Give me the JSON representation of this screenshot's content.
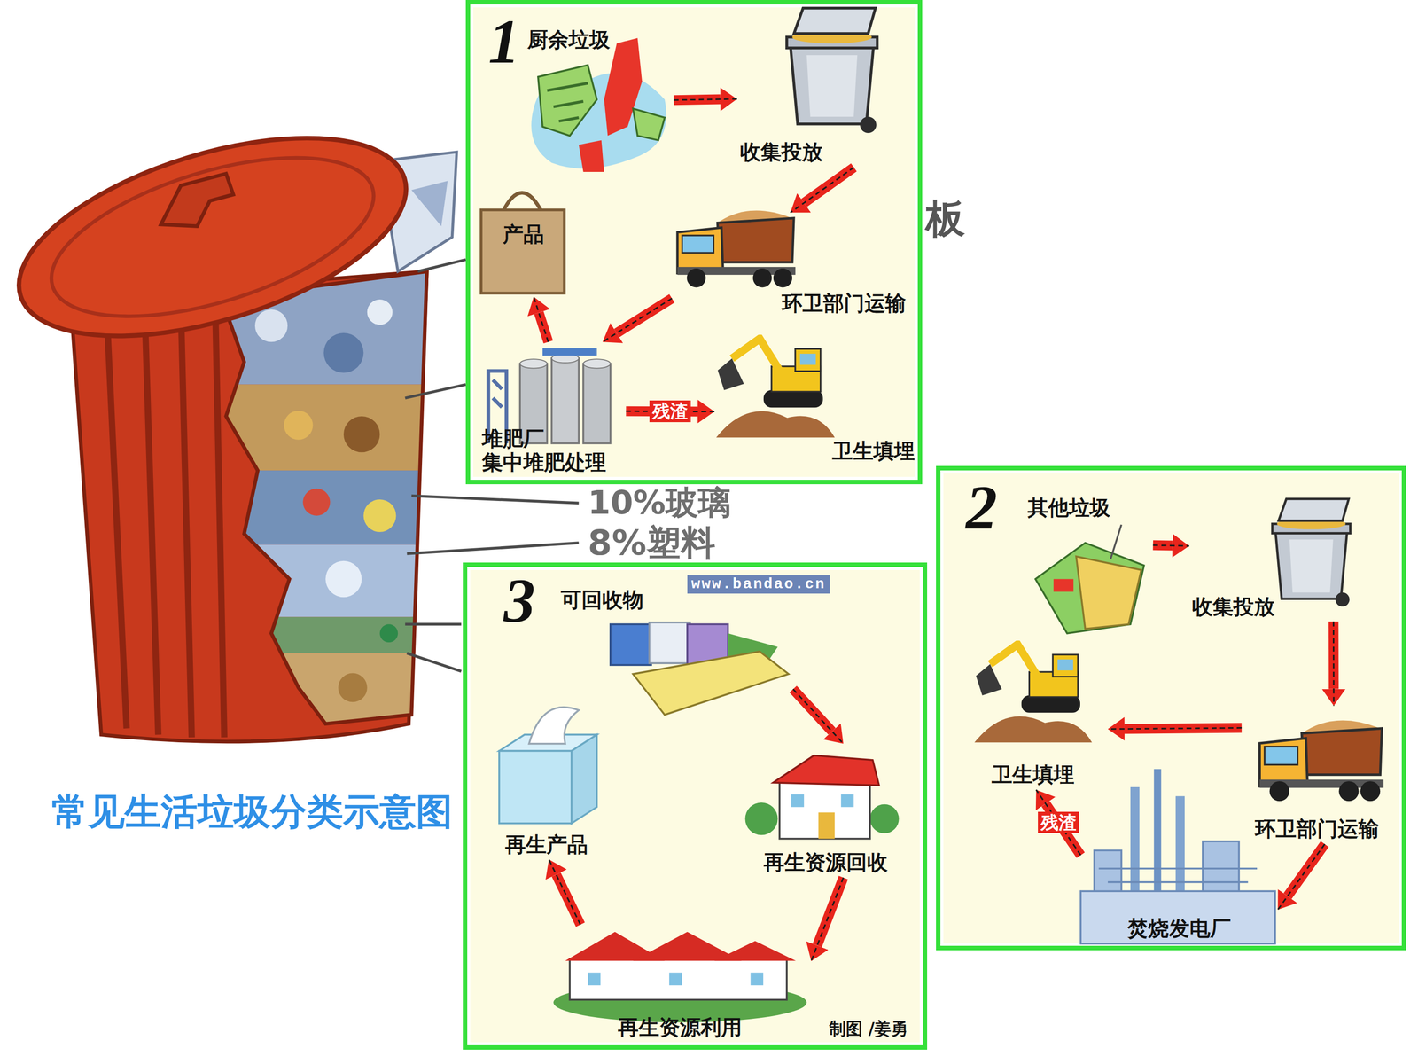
{
  "diagram": {
    "caption": "常见生活垃圾分类示意图",
    "nodes": [
      {
        "text": [
          "1"
        ]
      },
      {
        "text": [
          "厨余垃圾"
        ],
        "in": 0
      },
      {
        "text": [
          "收集投放"
        ],
        "in": 0
      },
      {
        "text": [
          "环卫部门运输"
        ],
        "in": 0
      },
      {
        "text": [
          "产品"
        ],
        "in": 0
      },
      {
        "text": [
          "堆肥厂 集中堆肥处理"
        ],
        "in": 0
      },
      {
        "text": [
          "卫生填埋"
        ],
        "in": 0
      },
      {
        "text": [
          "2"
        ]
      },
      {
        "text": [
          "其他垃圾"
        ],
        "in": 7
      },
      {
        "text": [
          "收集投放"
        ],
        "in": 7
      },
      {
        "text": [
          "卫生填埋"
        ],
        "in": 7
      },
      {
        "text": [
          "环卫部门运输"
        ],
        "in": 7
      },
      {
        "text": [
          "焚烧发电厂"
        ],
        "in": 7
      },
      {
        "text": [
          "3"
        ]
      },
      {
        "text": [
          "可回收物"
        ],
        "in": 13
      },
      {
        "text": [
          "再生资源回收"
        ],
        "in": 13
      },
      {
        "text": [
          "再生产品"
        ],
        "in": 13
      },
      {
        "text": [
          "再生资源利用"
        ],
        "in": 13
      }
    ],
    "edges": [
      {
        "from": 1,
        "to": 2,
        "arrow": "to"
      },
      {
        "from": 2,
        "to": 3,
        "arrow": "to"
      },
      {
        "from": 3,
        "to": 5,
        "arrow": "to"
      },
      {
        "from": 5,
        "to": 4,
        "arrow": "to"
      },
      {
        "from": 5,
        "to": 6,
        "arrow": "to",
        "label": "残渣"
      },
      {
        "from": 8,
        "to": 9,
        "arrow": "to"
      },
      {
        "from": 9,
        "to": 11,
        "arrow": "to"
      },
      {
        "from": 11,
        "to": 10,
        "arrow": "to"
      },
      {
        "from": 11,
        "to": 12,
        "arrow": "to"
      },
      {
        "from": 12,
        "to": 10,
        "arrow": "to",
        "label": "残渣"
      },
      {
        "from": 14,
        "to": 15,
        "arrow": "to"
      },
      {
        "from": 15,
        "to": 17,
        "arrow": "to"
      },
      {
        "from": 17,
        "to": 16,
        "arrow": "to"
      }
    ],
    "labels": [
      "板",
      "10%玻璃",
      "8%塑料",
      "www.bandao.cn",
      "制图 /姜勇"
    ]
  }
}
